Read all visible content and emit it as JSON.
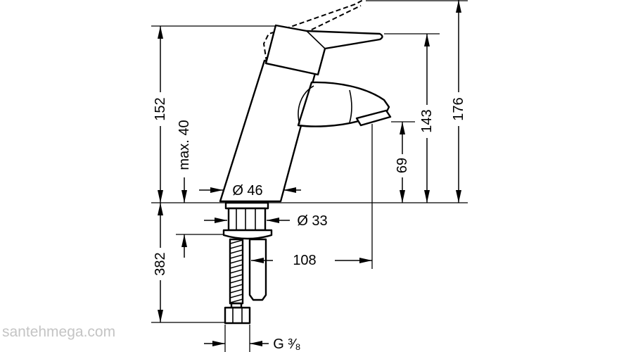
{
  "drawing": {
    "dimensions": {
      "handle_height": "152",
      "raised_handle_height": "176",
      "spout_height": "143",
      "outlet_height": "69",
      "max_deck_thickness": "max. 40",
      "body_diameter": "Ø 46",
      "shank_diameter": "Ø 33",
      "spout_reach": "108",
      "hose_length": "382",
      "connection_thread": "G ³⁄₈"
    }
  },
  "watermark": "santehmega.com",
  "colors": {
    "line": "#000000",
    "background": "#ffffff",
    "watermark": "#c4c4c4"
  }
}
